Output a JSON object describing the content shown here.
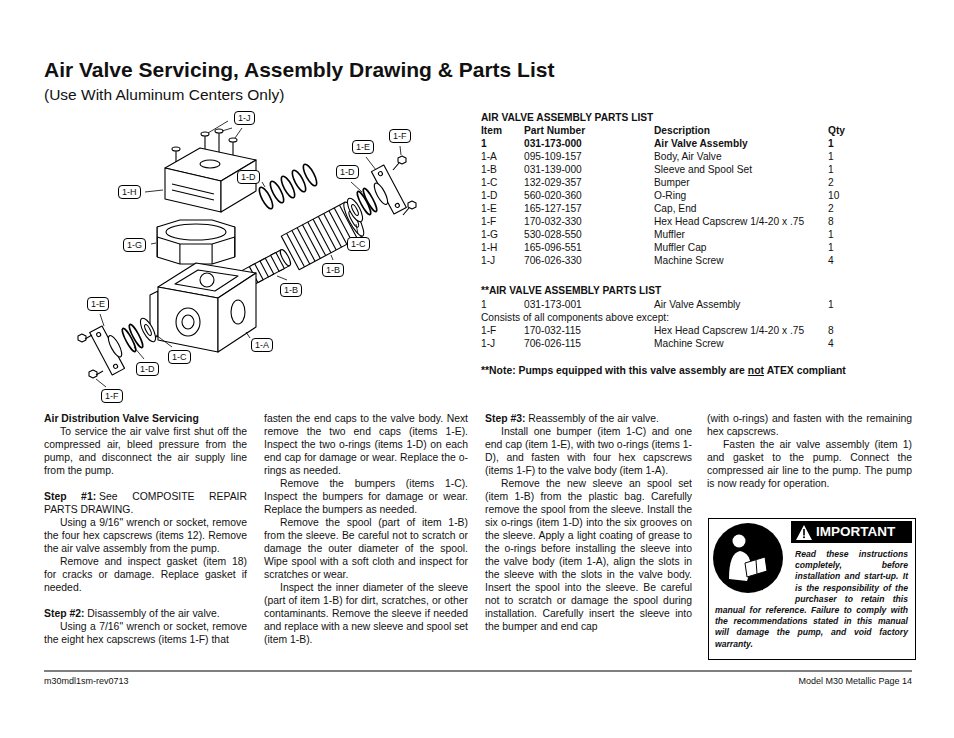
{
  "diagram": {
    "title": "Air Valve Servicing, Assembly Drawing & Parts List",
    "nodes": [
      {
        "text": [
          "1-J"
        ]
      },
      {
        "text": [
          "1-F"
        ]
      },
      {
        "text": [
          "1-E"
        ]
      },
      {
        "text": [
          "1-D"
        ]
      },
      {
        "text": [
          "1-D"
        ]
      },
      {
        "text": [
          "1-H"
        ]
      },
      {
        "text": [
          "1-C"
        ]
      },
      {
        "text": [
          "1-G"
        ]
      },
      {
        "text": [
          "1-B"
        ]
      },
      {
        "text": [
          "1-B"
        ]
      },
      {
        "text": [
          "1-E"
        ]
      },
      {
        "text": [
          "1-A"
        ]
      },
      {
        "text": [
          "1-C"
        ]
      },
      {
        "text": [
          "1-D"
        ]
      },
      {
        "text": [
          "1-F"
        ]
      },
      {
        "text": [
          "IMPORTANT",
          "Read these instructions completely, before installation and start-up. It is the responsibility of the purchaser to retain this manual for reference. Failure to comply with the recommendations stated in this manual will damage the pump, and void factory warranty."
        ]
      }
    ],
    "labels": [
      "(Use With Aluminum Centers Only)",
      "AIR VALVE ASSEMBLY PARTS LIST",
      "Item",
      "Part Number",
      "Description",
      "Qty",
      "1",
      "031-173-000",
      "Air Valve Assembly",
      "1",
      "1-A",
      "095-109-157",
      "Body, Air Valve",
      "1",
      "1-B",
      "031-139-000",
      "Sleeve and Spool Set",
      "1",
      "1-C",
      "132-029-357",
      "Bumper",
      "2",
      "1-D",
      "560-020-360",
      "O-Ring",
      "10",
      "1-E",
      "165-127-157",
      "Cap, End",
      "2",
      "1-F",
      "170-032-330",
      "Hex Head Capscrew 1/4-20 x .75",
      "8",
      "1-G",
      "530-028-550",
      "Muffler",
      "1",
      "1-H",
      "165-096-551",
      "Muffler Cap",
      "1",
      "1-J",
      "706-026-330",
      "Machine Screw",
      "4",
      "**AIR VALVE ASSEMBLY PARTS LIST",
      "1",
      "031-173-001",
      "Air Valve Assembly",
      "1",
      "Consists of all components above except:",
      "1-F",
      "170-032-115",
      "Hex Head Capscrew 1/4-20 x .75",
      "8",
      "1-J",
      "706-026-115",
      "Machine Screw",
      "4",
      "**Note: Pumps equipped with this valve assembly are",
      "not",
      "ATEX compliant",
      "Air Distribution Valve Servicing",
      "To service the air valve first shut off the compressed air, bleed pressure from the pump, and disconnect the air supply line from the pump.",
      "Step #1:",
      "See COMPOSITE REPAIR PARTS DRAWING.",
      "Using a 9/16\" wrench or socket, remove the four hex capscrews (items 12). Remove the air valve assembly from the pump.",
      "Remove and inspect gasket (item 18) for cracks or damage. Replace gasket if needed.",
      "Step #2:",
      "Disassembly of the air valve.",
      "Using a 7/16\" wrench or socket, remove the eight hex capscrews (items 1-F) that",
      "fasten the end caps to the valve body. Next remove the two end caps (items 1-E). Inspect the two o-rings (items 1-D) on each end cap for damage or wear. Replace the o-rings as needed.",
      "Remove the bumpers (items 1-C). Inspect the bumpers for damage or wear. Replace the bumpers as needed.",
      "Remove the spool (part of item 1-B) from the sleeve. Be careful not to scratch or damage the outer diameter of the spool. Wipe spool with a soft cloth and inspect for scratches or wear.",
      "Inspect the inner diameter of the sleeve (part of item 1-B) for dirt, scratches, or other contaminants. Remove the sleeve if needed and replace with a new sleeve and spool set (item 1-B).",
      "Step #3:",
      "Reassembly of the air valve.",
      "Install one bumper (item 1-C) and one end cap (item 1-E), with two o-rings (items 1-D), and fasten with four hex capscrews (items 1-F) to the valve body (item 1-A).",
      "Remove the new sleeve an spool set (item 1-B) from the plastic bag. Carefully remove the spool from the sleeve. Install the six o-rings (item 1-D) into the six grooves on the sleeve. Apply a light coating of grease to the o-rings before installing the sleeve into the valve body (item 1-A), align the slots in the sleeve with the slots in the valve body. Insert the spool into the sleeve. Be careful not to scratch or damage the spool during installation. Carefully insert the sleeve into the bumper and end cap",
      "(with o-rings) and fasten with the remaining hex capscrews.",
      "Fasten the air valve assembly (item 1) and gasket to the pump. Connect the compressed air line to the pump. The pump is now ready for operation.",
      "m30mdl1sm-rev0713",
      "Model M30 Metallic Page 14"
    ]
  }
}
